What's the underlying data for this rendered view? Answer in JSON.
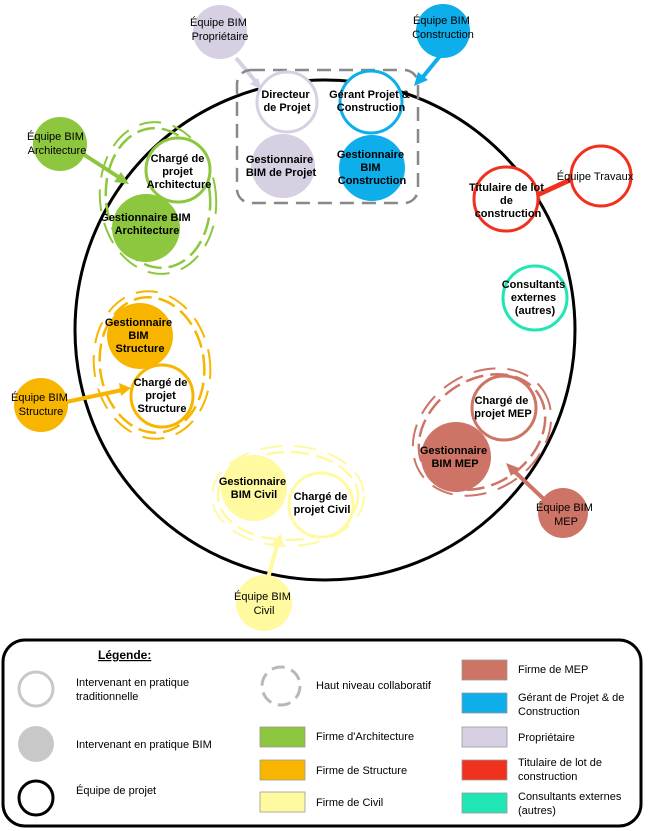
{
  "nodes": {
    "directeur_projet": {
      "lines": [
        "Directeur",
        "de Projet"
      ]
    },
    "gerant_projet_construction": {
      "lines": [
        "Gérant Projet &",
        "Construction"
      ]
    },
    "gestionnaire_bim_projet": {
      "lines": [
        "Gestionnaire",
        "BIM de Projet"
      ]
    },
    "gestionnaire_bim_construction": {
      "lines": [
        "Gestionnaire",
        "BIM",
        "Construction"
      ]
    },
    "charge_projet_architecture": {
      "lines": [
        "Chargé de",
        "projet",
        "Architecture"
      ]
    },
    "gestionnaire_bim_architecture": {
      "lines": [
        "Gestionnaire BIM",
        "Architecture"
      ]
    },
    "titulaire_lot_construction": {
      "lines": [
        "Titulaire de lot",
        "de",
        "construction"
      ]
    },
    "consultants_externes": {
      "lines": [
        "Consultants",
        "externes",
        "(autres)"
      ]
    },
    "gestionnaire_bim_structure": {
      "lines": [
        "Gestionnaire",
        "BIM",
        "Structure"
      ]
    },
    "charge_projet_structure": {
      "lines": [
        "Chargé de",
        "projet",
        "Structure"
      ]
    },
    "charge_projet_mep": {
      "lines": [
        "Chargé de",
        "projet MEP"
      ]
    },
    "gestionnaire_bim_mep": {
      "lines": [
        "Gestionnaire",
        "BIM MEP"
      ]
    },
    "gestionnaire_bim_civil": {
      "lines": [
        "Gestionnaire",
        "BIM Civil"
      ]
    },
    "charge_projet_civil": {
      "lines": [
        "Chargé de",
        "projet Civil"
      ]
    }
  },
  "teams": {
    "equipe_bim_proprietaire": {
      "lines": [
        "Équipe BIM",
        "Propriétaire"
      ]
    },
    "equipe_bim_construction": {
      "lines": [
        "Équipe BIM",
        "Construction"
      ]
    },
    "equipe_bim_architecture": {
      "lines": [
        "Équipe BIM",
        "Architecture"
      ]
    },
    "equipe_travaux": {
      "lines": [
        "Équipe Travaux"
      ]
    },
    "equipe_bim_structure": {
      "lines": [
        "Équipe BIM",
        "Structure"
      ]
    },
    "equipe_bim_mep": {
      "lines": [
        "Équipe BIM",
        "MEP"
      ]
    },
    "equipe_bim_civil": {
      "lines": [
        "Équipe BIM",
        "Civil"
      ]
    }
  },
  "legend": {
    "title": "Légende:",
    "traditional": {
      "lines": [
        "Intervenant en pratique",
        "traditionnelle"
      ]
    },
    "bim": {
      "lines": [
        "Intervenant en pratique BIM"
      ]
    },
    "equipe_projet": {
      "lines": [
        "Équipe de projet"
      ]
    },
    "haut_niveau": {
      "lines": [
        "Haut niveau collaboratif"
      ]
    },
    "firms": [
      {
        "id": "architecture",
        "color": "#8dc63f",
        "lines": [
          "Firme d'Architecture"
        ]
      },
      {
        "id": "structure",
        "color": "#f7b500",
        "lines": [
          "Firme de Structure"
        ]
      },
      {
        "id": "civil",
        "color": "#fffaa0",
        "lines": [
          "Firme de Civil"
        ]
      },
      {
        "id": "mep",
        "color": "#cd7467",
        "lines": [
          "Firme de MEP"
        ]
      },
      {
        "id": "gerant",
        "color": "#0eaeea",
        "lines": [
          "Gérant de Projet & de",
          "Construction"
        ]
      },
      {
        "id": "proprietaire",
        "color": "#d7d0e3",
        "lines": [
          "Propriétaire"
        ]
      },
      {
        "id": "titulaire",
        "color": "#f0311d",
        "lines": [
          "Titulaire de lot de",
          "construction"
        ]
      },
      {
        "id": "consultants",
        "color": "#1fe6b3",
        "lines": [
          "Consultants externes",
          "(autres)"
        ]
      }
    ]
  },
  "colors": {
    "architecture": "#8dc63f",
    "structure": "#f7b500",
    "civil": "#fffaa0",
    "mep": "#cd7467",
    "gerant": "#0eaeea",
    "proprietaire": "#d7d0e3",
    "titulaire": "#f0311d",
    "consultants": "#1fe6b3",
    "neutral": "#c8c8c8",
    "project_circle": "#000000"
  }
}
